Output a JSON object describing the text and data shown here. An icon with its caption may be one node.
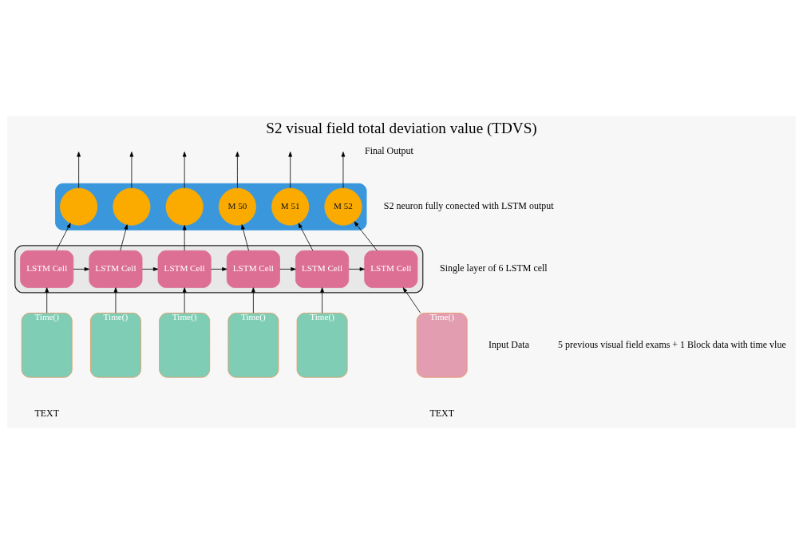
{
  "diagram": {
    "title": "S2 visual field total deviation value (TDVS)",
    "nodes": [
      {
        "text": [],
        "shape": "bar"
      },
      {
        "text": [],
        "shape": "circle",
        "in": 0
      },
      {
        "text": [],
        "shape": "circle",
        "in": 0
      },
      {
        "text": [],
        "shape": "circle",
        "in": 0
      },
      {
        "text": [
          "M 50"
        ],
        "in": 0
      },
      {
        "text": [
          "M 51"
        ],
        "in": 0
      },
      {
        "text": [
          "M 52"
        ],
        "in": 0
      },
      {
        "text": [],
        "shape": "box"
      },
      {
        "text": [
          "LSTM Cell"
        ],
        "in": 7
      },
      {
        "text": [
          "LSTM Cell"
        ],
        "in": 7
      },
      {
        "text": [
          "LSTM Cell"
        ],
        "in": 7
      },
      {
        "text": [
          "LSTM Cell"
        ],
        "in": 7
      },
      {
        "text": [
          "LSTM Cell"
        ],
        "in": 7
      },
      {
        "text": [
          "LSTM Cell"
        ],
        "in": 7
      },
      {
        "text": [
          "Time()"
        ]
      },
      {
        "text": [
          "Time()"
        ]
      },
      {
        "text": [
          "Time()"
        ]
      },
      {
        "text": [
          "Time()"
        ]
      },
      {
        "text": [
          "Time()"
        ]
      },
      {
        "text": [
          "Time()"
        ]
      }
    ],
    "edges": [
      {
        "from": 14,
        "to": 8,
        "arrow": "to"
      },
      {
        "from": 15,
        "to": 9,
        "arrow": "to"
      },
      {
        "from": 16,
        "to": 10,
        "arrow": "to"
      },
      {
        "from": 17,
        "to": 11,
        "arrow": "to"
      },
      {
        "from": 18,
        "to": 12,
        "arrow": "to"
      },
      {
        "from": 19,
        "to": 13,
        "arrow": "to"
      },
      {
        "from": 8,
        "to": 9,
        "arrow": "to"
      },
      {
        "from": 9,
        "to": 10,
        "arrow": "to"
      },
      {
        "from": 10,
        "to": 11,
        "arrow": "to"
      },
      {
        "from": 11,
        "to": 12,
        "arrow": "to"
      },
      {
        "from": 12,
        "to": 13,
        "arrow": "to"
      },
      {
        "from": 8,
        "to": 1,
        "arrow": "to"
      },
      {
        "from": 9,
        "to": 2,
        "arrow": "to"
      },
      {
        "from": 10,
        "to": 3,
        "arrow": "to"
      },
      {
        "from": 11,
        "to": 4,
        "arrow": "to"
      },
      {
        "from": 12,
        "to": 5,
        "arrow": "to"
      },
      {
        "from": 13,
        "to": 6,
        "arrow": "to"
      },
      {
        "from": 1,
        "to": null,
        "arrow": "to"
      },
      {
        "from": 2,
        "to": null,
        "arrow": "to"
      },
      {
        "from": 3,
        "to": null,
        "arrow": "to"
      },
      {
        "from": 4,
        "to": null,
        "arrow": "to"
      },
      {
        "from": 5,
        "to": null,
        "arrow": "to"
      },
      {
        "from": 6,
        "to": null,
        "arrow": "to"
      }
    ],
    "labels": [
      "Final Output",
      "S2 neuron fully conected with LSTM output",
      "Single layer of 6 LSTM cell",
      "Input Data",
      "5 previous visual field exams + 1 Block data with time vlue",
      "TEXT",
      "TEXT"
    ]
  }
}
